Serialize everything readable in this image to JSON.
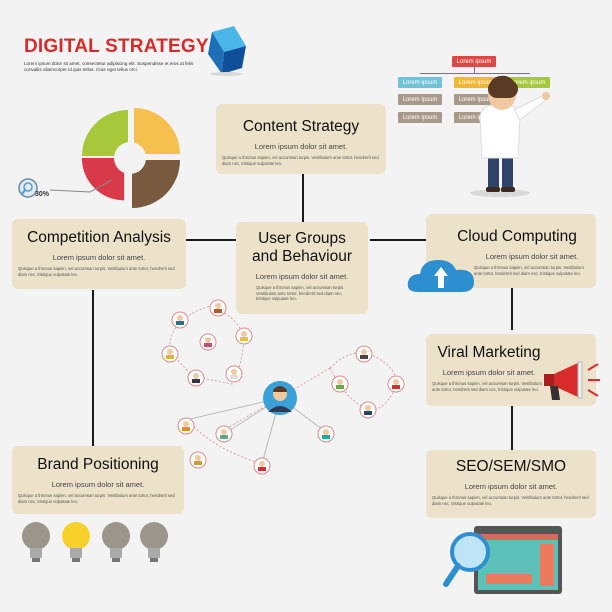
{
  "header": {
    "title": "DIGITAL STRATEGY",
    "subtitle": "Lorem ipsum dolor sit amet, consectetur adipiscing elit. Suspendisse et eros at felis convallis ullamcorper id quis tellus. Cras eget tellus orci."
  },
  "lorem": "Lorem ipsum dolor sit amet.",
  "small_text": "Quisque a thronus sapien, vel accumsan turpis. Vestibulum ante tortor, hendrerit sed diam nec, tristique vulputate leo.",
  "cards": {
    "content": "Content Strategy",
    "competition": "Competition Analysis",
    "user_groups": "User Groups and Behaviour",
    "cloud": "Cloud Computing",
    "viral": "Viral Marketing",
    "brand": "Brand Positioning",
    "seo": "SEO/SEM/SMO"
  },
  "magnifier_label": "30%",
  "orgchart": {
    "top": "Lorem ipsum",
    "row": [
      "Lorem ipsum",
      "Lorem ipsum",
      "Lorem ipsum"
    ],
    "colors": {
      "top": "#d94a46",
      "blue": "#6fc3d9",
      "yellow": "#f2b731",
      "green": "#a6c93a",
      "gray": "#a89a8a"
    }
  },
  "colors": {
    "title": "#d62b2b",
    "card": "#ece1c9",
    "pie": [
      "#a7c83a",
      "#f6c04e",
      "#d83a4a",
      "#7a5a3f"
    ],
    "cloud": "#2e8fd0",
    "megaphone": "#d92b2b",
    "bulb_on": "#f6d22b",
    "bulb_off": "#9b958c"
  }
}
